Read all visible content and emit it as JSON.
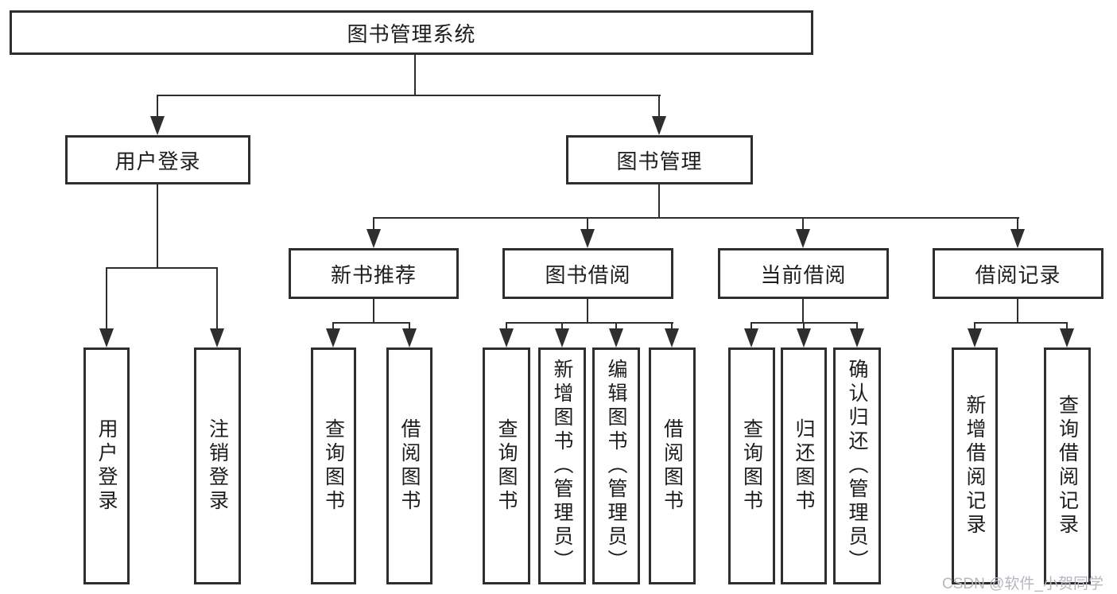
{
  "tree": {
    "root": "图书管理系统",
    "user_login": {
      "label": "用户登录",
      "children": [
        {
          "label": "用户登录"
        },
        {
          "label": "注销登录"
        }
      ]
    },
    "book_management": {
      "label": "图书管理",
      "sections": [
        {
          "label": "新书推荐",
          "children": [
            {
              "label": "查询图书"
            },
            {
              "label": "借阅图书"
            }
          ]
        },
        {
          "label": "图书借阅",
          "children": [
            {
              "label": "查询图书"
            },
            {
              "label": "新增图书（管理员）"
            },
            {
              "label": "编辑图书（管理员）"
            },
            {
              "label": "借阅图书"
            }
          ]
        },
        {
          "label": "当前借阅",
          "children": [
            {
              "label": "查询图书"
            },
            {
              "label": "归还图书"
            },
            {
              "label": "确认归还（管理员）"
            }
          ]
        },
        {
          "label": "借阅记录",
          "children": [
            {
              "label": "新增借阅记录"
            },
            {
              "label": "查询借阅记录"
            }
          ]
        }
      ]
    }
  },
  "watermark": "CSDN @软件_小贺同学",
  "colors": {
    "line": "#2e2e2e",
    "text": "#1d1d1f",
    "watermark": "#b5b8bf",
    "background": "#ffffff"
  }
}
